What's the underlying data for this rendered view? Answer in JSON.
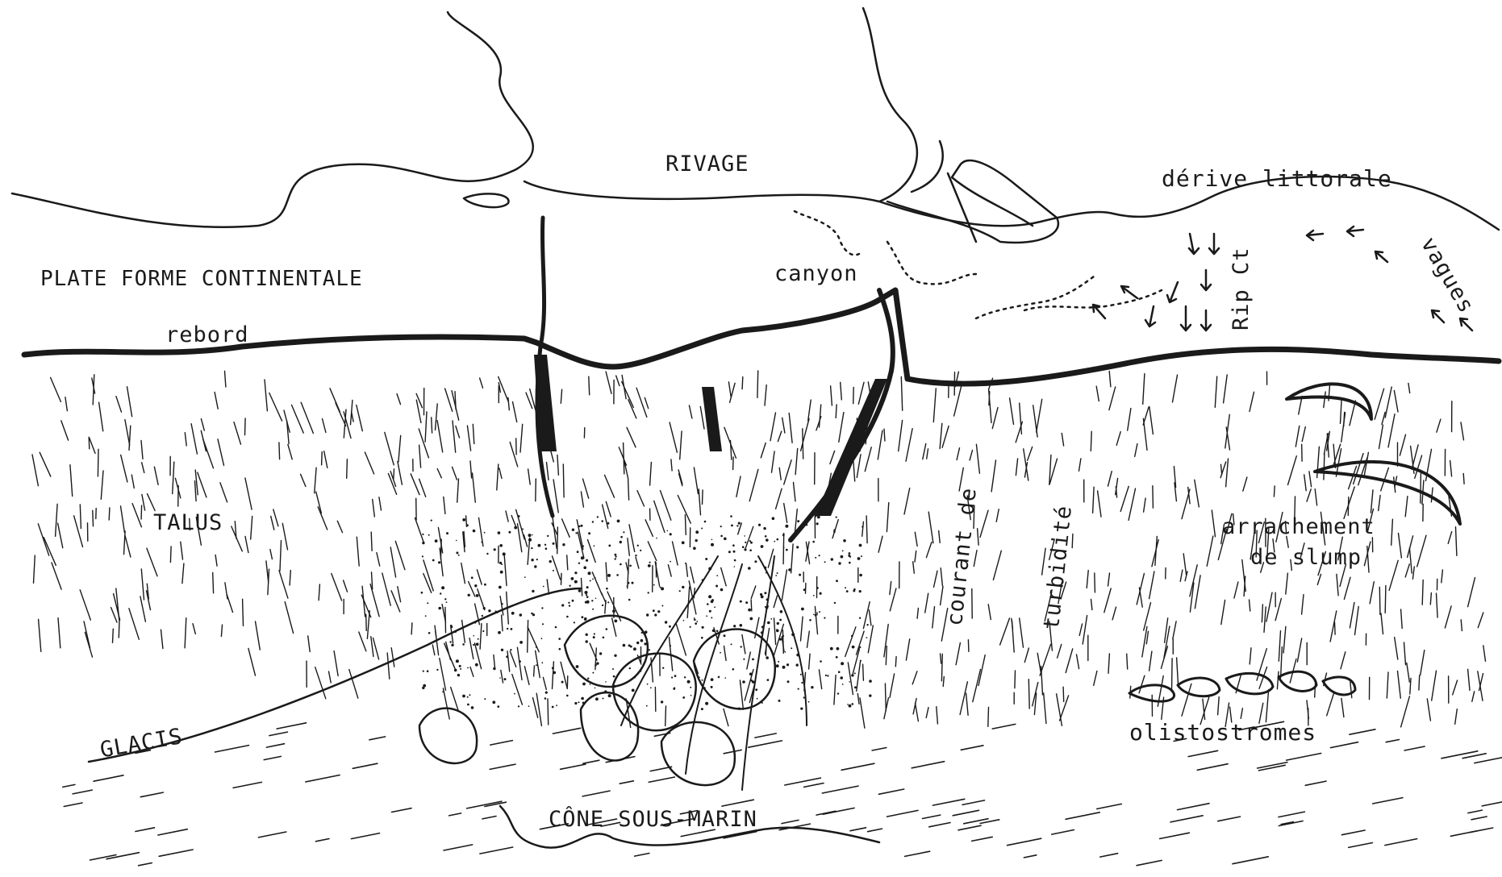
{
  "labels": {
    "rivage": "RIVAGE",
    "derive": "dérive littorale",
    "plateforme": "PLATE FORME CONTINENTALE",
    "canyon": "canyon",
    "rebord": "rebord",
    "vagues": "vagues",
    "ripct": "Rip Ct",
    "talus": "TALUS",
    "courant": "courant de",
    "turbidite": "turbidité",
    "arrachement": "arrachement",
    "deslump": "de slump",
    "glacis": "GLACIS",
    "olistostromes": "olistostromes",
    "cone": "CÔNE SOUS-MARIN"
  },
  "colors": {
    "ink": "#1a1a1a",
    "paper": "#ffffff"
  }
}
